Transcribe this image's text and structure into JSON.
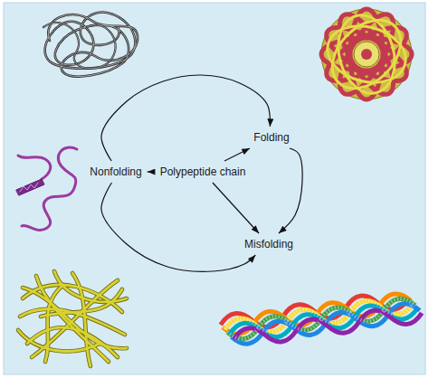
{
  "diagram": {
    "nodes": [
      {
        "text": [
          "Folding"
        ]
      },
      {
        "text": [
          "Nonfolding"
        ]
      },
      {
        "text": [
          "Polypeptide chain"
        ]
      },
      {
        "text": [
          "Misfolding"
        ]
      }
    ],
    "edges": [
      {
        "from": 2,
        "to": 0,
        "arrow": "to"
      },
      {
        "from": 2,
        "to": 1,
        "arrow": "to"
      },
      {
        "from": 2,
        "to": 3,
        "arrow": "to"
      },
      {
        "from": 1,
        "to": 0,
        "arrow": "to"
      },
      {
        "from": 0,
        "to": 3,
        "arrow": "to"
      },
      {
        "from": 1,
        "to": 3,
        "arrow": "to"
      }
    ]
  }
}
